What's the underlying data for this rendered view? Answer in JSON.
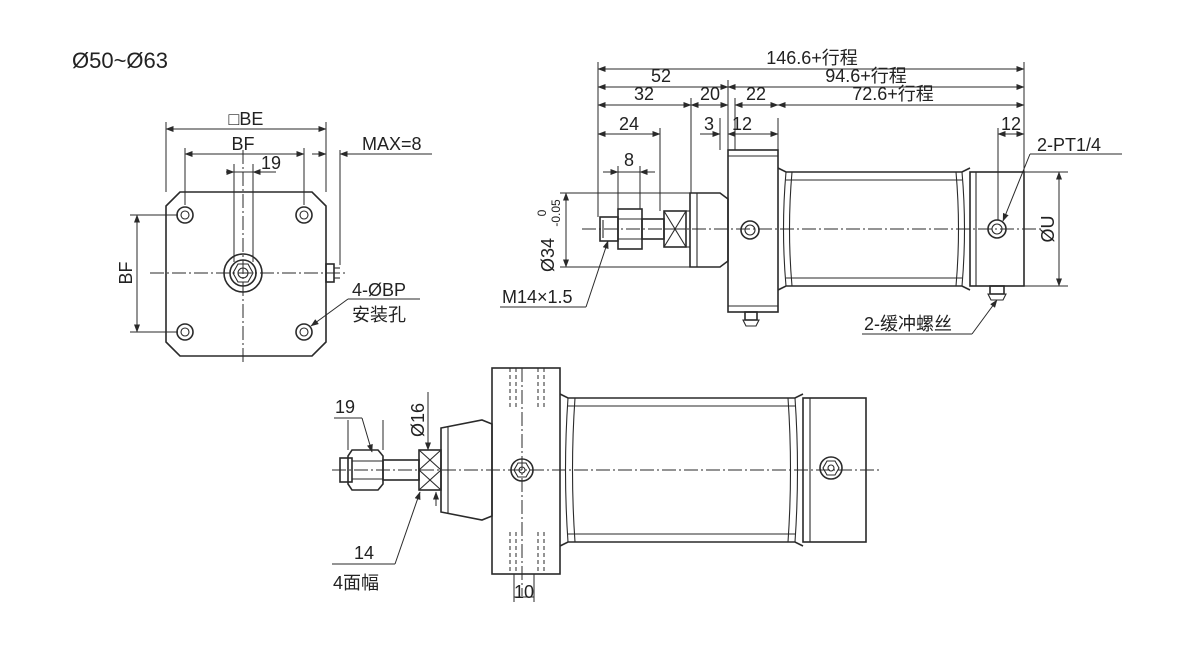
{
  "title": "Ø50~Ø63",
  "front_view": {
    "be_label": "□BE",
    "bf_top_label": "BF",
    "bf_side_label": "BF",
    "dim_19": "19",
    "max_label": "MAX=8",
    "hole_label": "4-ØBP",
    "hole_note": "安装孔"
  },
  "side_view": {
    "overall": "146.6+行程",
    "d52": "52",
    "d94": "94.6+行程",
    "d32": "32",
    "d20": "20",
    "d22": "22",
    "d72": "72.6+行程",
    "d24": "24",
    "d3": "3",
    "d12a": "12",
    "d12b": "12",
    "d8": "8",
    "port_label": "2-PT1/4",
    "tol_upper": "0",
    "tol_lower": "-0.05",
    "rod_dia": "Ø34",
    "thread": "M14×1.5",
    "bore_u": "ØU",
    "cushion": "2-缓冲螺丝"
  },
  "top_view": {
    "d19": "19",
    "d16": "Ø16",
    "d14": "14",
    "flats": "4面幅",
    "d10": "10"
  }
}
